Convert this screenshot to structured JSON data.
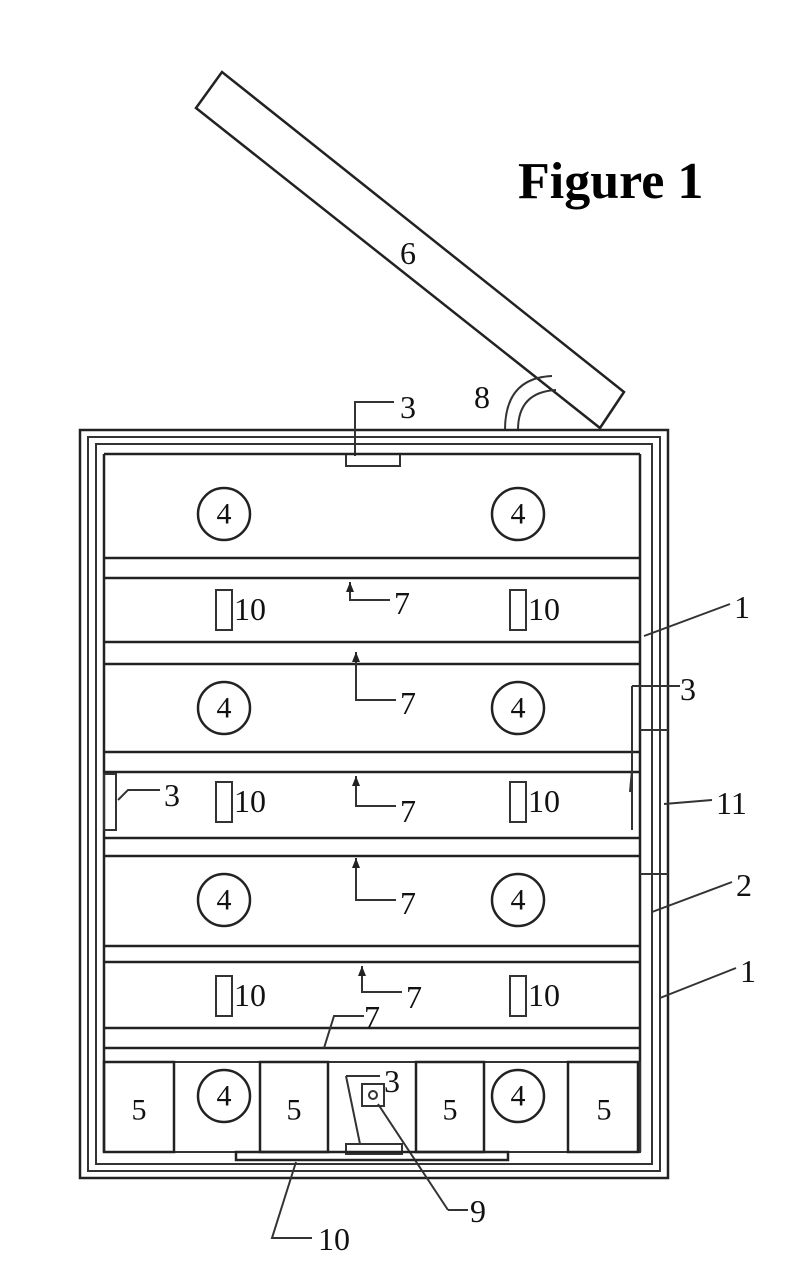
{
  "figure": {
    "title": "Figure 1",
    "labels": {
      "lid": "6",
      "hinge": "8",
      "top_marker": "3",
      "right_wall_a": "1",
      "right_bracket": "3",
      "left_marker": "3",
      "right_11": "11",
      "right_2": "2",
      "right_wall_b": "1",
      "bottom_3": "3",
      "bottom_9": "9",
      "bottom_10": "10"
    },
    "circle_label": "4",
    "tag_label": "10",
    "arrow_label": "7",
    "box_label": "5"
  }
}
